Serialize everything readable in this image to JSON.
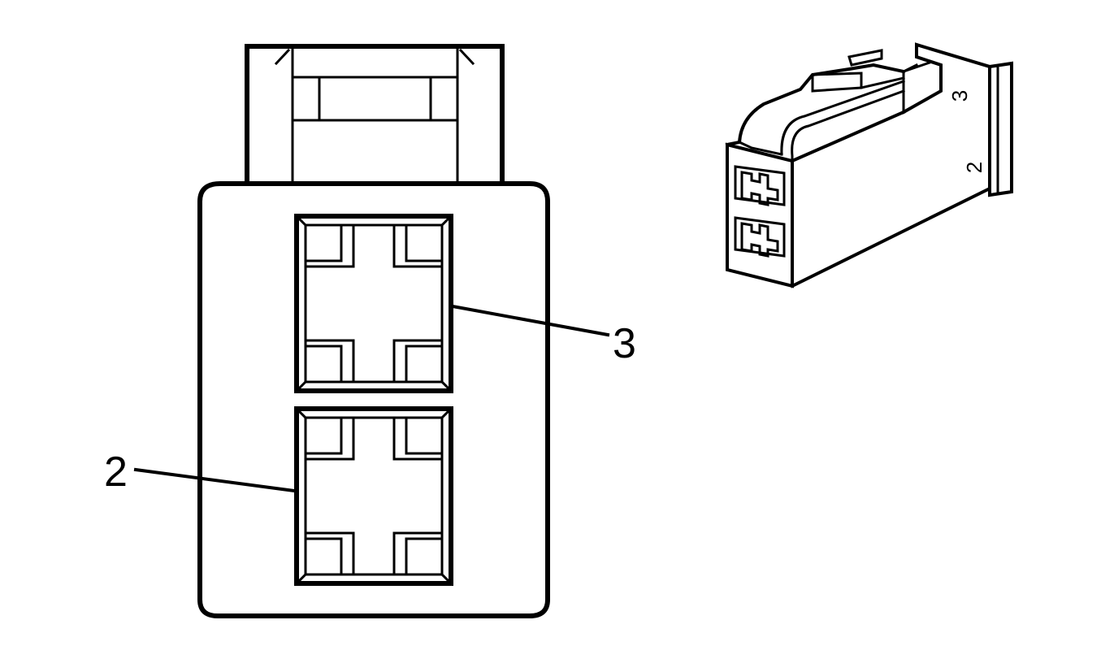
{
  "front_view": {
    "callouts": [
      {
        "id": "cavity-3",
        "label": "3"
      },
      {
        "id": "cavity-2",
        "label": "2"
      }
    ]
  },
  "iso_view": {
    "cavity_labels": [
      "3",
      "2"
    ]
  },
  "colors": {
    "line": "#000000",
    "background": "#ffffff"
  }
}
